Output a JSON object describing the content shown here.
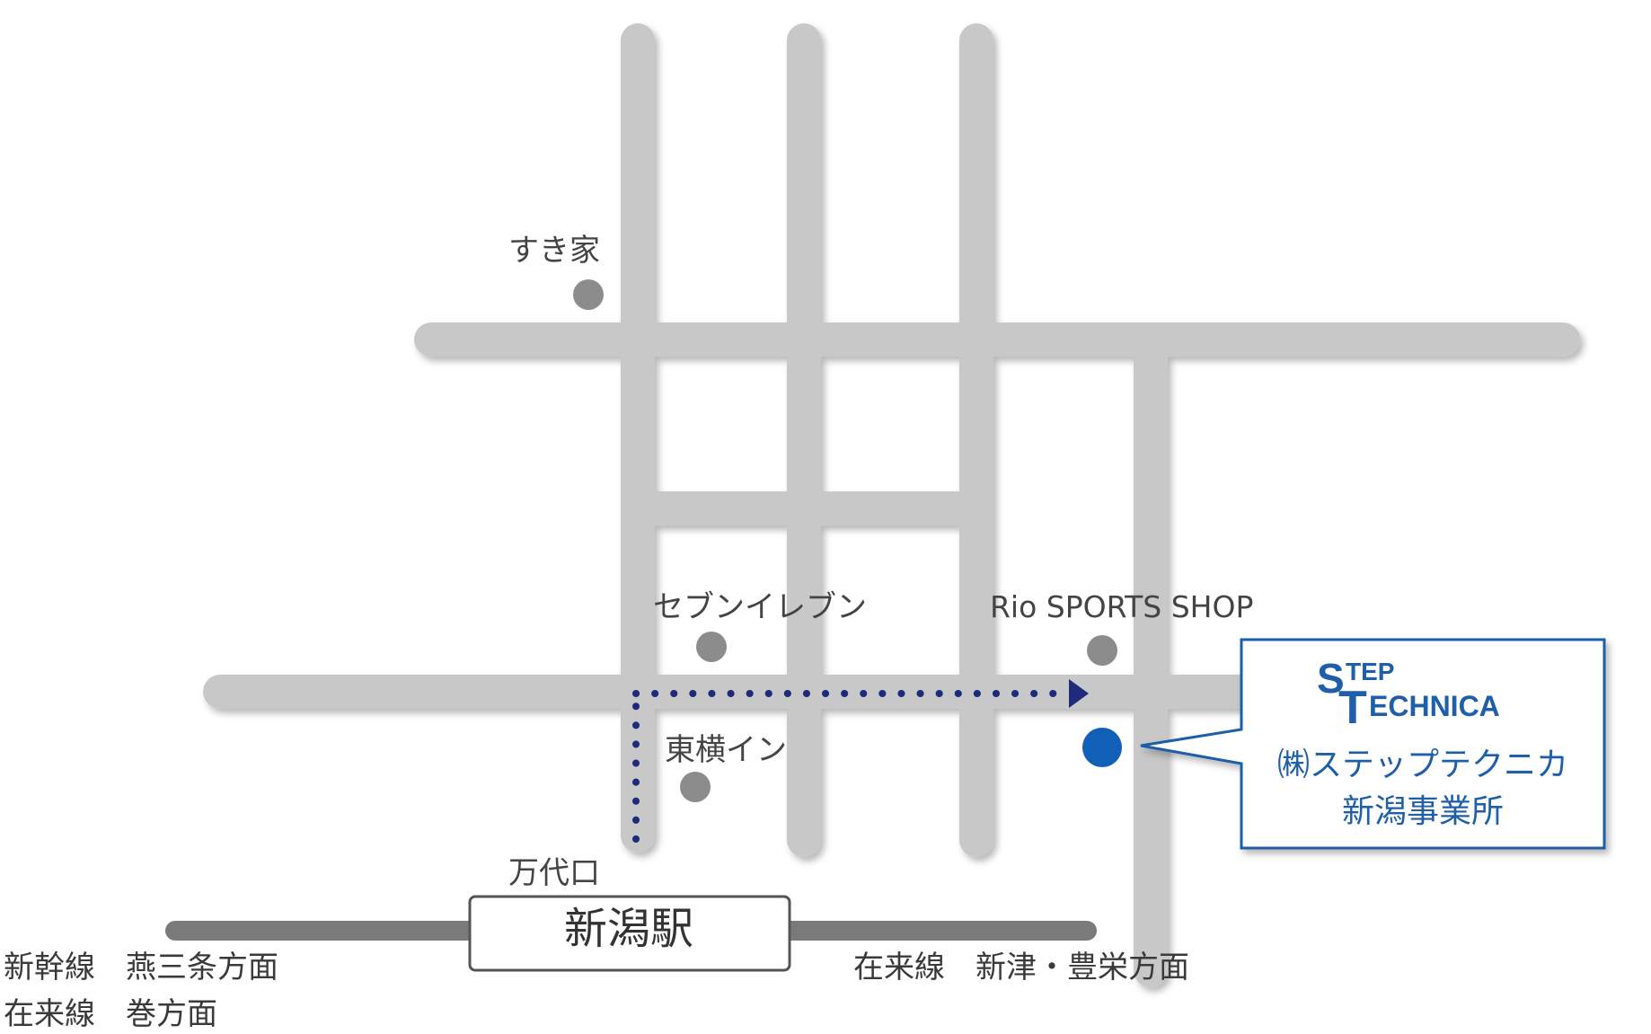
{
  "landmarks": {
    "sukiya": "すき家",
    "seven_eleven": "セブンイレブン",
    "rio_sports": "Rio SPORTS SHOP",
    "toyoko_inn": "東横イン",
    "bandai_exit": "万代口"
  },
  "station": {
    "name": "新潟駅"
  },
  "rail_directions": {
    "left_line1": "新幹線　燕三条方面",
    "left_line2": "在来線　巻方面",
    "right_line1": "在来線　新津・豊栄方面"
  },
  "callout": {
    "logo_s": "S",
    "logo_tep": "TEP",
    "logo_t": "T",
    "logo_echnica": "ECHNICA",
    "company_name": "㈱ステップテクニカ",
    "office_name": "新潟事業所"
  },
  "colors": {
    "road": "#c8c8c8",
    "rail": "#7a7a7a",
    "landmark_dot": "#8c8c8c",
    "destination_dot": "#1060b8",
    "route": "#1e2a7a",
    "brand": "#1f5ea8"
  },
  "icons": {
    "route_arrow": "triangle-right",
    "destination_marker": "filled-circle"
  }
}
